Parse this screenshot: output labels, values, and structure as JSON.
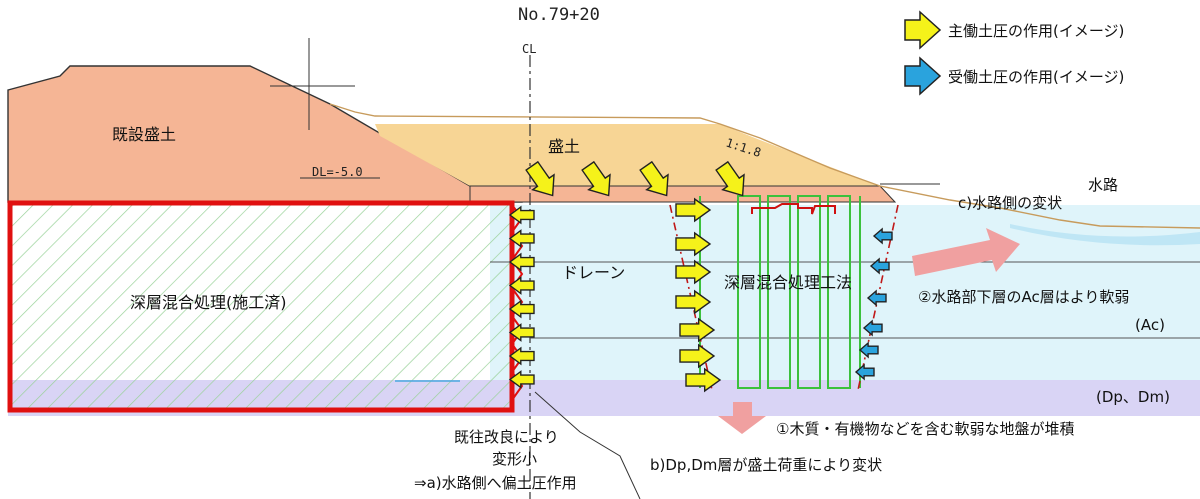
{
  "section_title": "No.79+20",
  "centerline_label": "CL",
  "dl_label": "DL=-5.0",
  "slope_label": "1:1.8",
  "legend": [
    {
      "label": "主働土圧の作用(イメージ)",
      "color": "#f5f21a"
    },
    {
      "label": "受働土圧の作用(イメージ)",
      "color": "#2aa3dd"
    }
  ],
  "labels": {
    "existing_embankment": "既設盛土",
    "embankment": "盛土",
    "deep_mixing_done": "深層混合処理(施工済)",
    "drain": "ドレーン",
    "deep_mixing_method": "深層混合処理工法",
    "waterway": "水路",
    "waterway_deform": "c)水路側の変状",
    "ac_weaker": "②水路部下層のAc層はより軟弱",
    "ac_layer": "(Ac)",
    "dp_dm_layer": "(Dp、Dm)",
    "soft_ground": "①木質・有機物などを含む軟弱な地盤が堆積",
    "dp_dm_deform": "b)Dp,Dm層が盛土荷重により変状",
    "callout_line1": "既往改良により",
    "callout_line2": "変形小",
    "callout_line3": "⇒a)水路側へ偏土圧作用"
  },
  "colors": {
    "existing_fill": "#f5b595",
    "embankment_fill": "#f7d595",
    "ac_fill": "#dff4fa",
    "dp_fill": "#d9d4f5",
    "treated_border": "#e01010",
    "hatch": "#9ad29a",
    "column": "#3cc13c",
    "active_arrow": "#f5f21a",
    "passive_arrow": "#2aa3dd",
    "pink_arrow": "#f0a0a0"
  }
}
